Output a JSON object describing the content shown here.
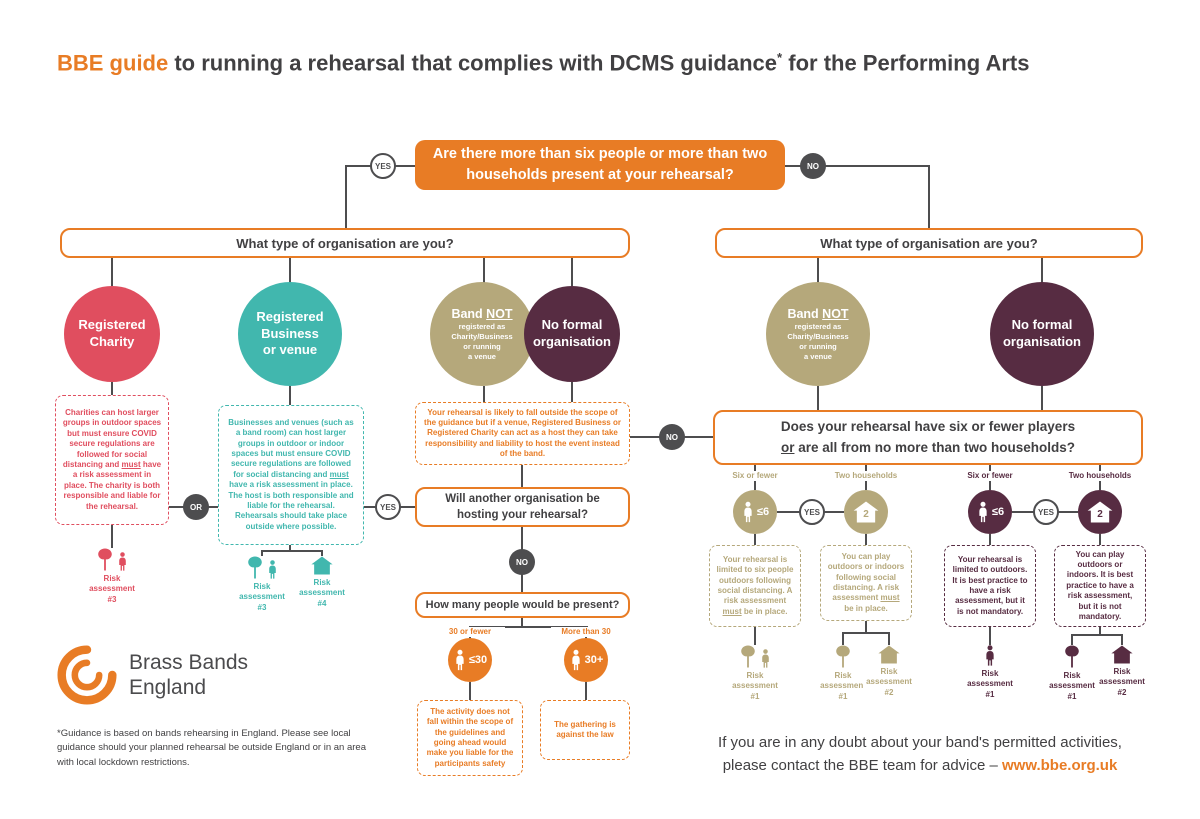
{
  "colors": {
    "orange": "#E87C25",
    "red": "#E04E5F",
    "teal": "#41B7AE",
    "khaki": "#B5A87B",
    "plum": "#572C42",
    "dark": "#414042"
  },
  "title": {
    "brand": "BBE guide",
    "rest": " to running a rehearsal that complies with DCMS guidance",
    "asterisk": "*",
    "tail": " for the Performing Arts"
  },
  "pills": {
    "yes": "YES",
    "no": "NO",
    "or": "OR"
  },
  "risk_words": {
    "l1": "Risk",
    "l2": "assessment"
  },
  "top_question": "Are there more than six people or more than two households present at your rehearsal?",
  "org_question": "What type of organisation are you?",
  "band_circle": {
    "l1_pre": "Band ",
    "l1_u": "NOT",
    "l2": "registered as",
    "l3": "Charity/Business",
    "l4": "or running",
    "l5": "a venue"
  },
  "no_formal_circle": {
    "l1": "No formal",
    "l2": "organisation"
  },
  "left_branch": {
    "charity": {
      "name_l1": "Registered",
      "name_l2": "Charity",
      "info_pre": "Charities can host larger groups in outdoor spaces but must ensure COVID secure regulations are followed for social distancing and ",
      "info_u": "must",
      "info_post": " have a risk assessment in place. The charity is both responsible and liable for the rehearsal.",
      "risk_num": "#3"
    },
    "business": {
      "name_l1": "Registered",
      "name_l2": "Business",
      "name_l3": "or venue",
      "info_pre": "Businesses and venues (such as a band room) can host larger groups in outdoor or indoor spaces but must ensure COVID secure regulations are followed for social distancing and ",
      "info_u": "must",
      "info_post": " have a risk assessment in place. The host is both responsible and liable for the rehearsal. Rehearsals should take place outside where possible.",
      "risk1_num": "#3",
      "risk2_num": "#4"
    },
    "band_info": "Your rehearsal is likely to fall outside the scope of the guidance but if a venue, Registered Business or Registered Charity can act as a host they can take responsibility and liability to host the event instead of the band.",
    "hosting_question": "Will another organisation be hosting your rehearsal?",
    "how_many_question": "How many people would be present?",
    "thirty_fewer_label": "30 or fewer",
    "thirty_fewer_value": "≤30",
    "more_thirty_label": "More than 30",
    "more_thirty_value": "30+",
    "under30_info": "The activity does not fall within the scope of the guidelines and going ahead would make you liable for the participants safety",
    "over30_info": "The gathering is against the law"
  },
  "right_branch": {
    "six_question_l1": "Does your rehearsal have six or fewer players",
    "six_question_u": "or",
    "six_question_l2": " are all from no more than two households?",
    "khaki": {
      "six_label": "Six or fewer",
      "six_value": "≤6",
      "households_label": "Two households",
      "households_value": "2",
      "box1_pre": "Your rehearsal is limited to six people outdoors following social distancing. A risk assessment ",
      "box1_u": "must",
      "box1_post": " be in place.",
      "box2_pre": "You can play outdoors or indoors following social distancing. A risk assessment ",
      "box2_u": "must",
      "box2_post": " be in place.",
      "risk1_num": "#1",
      "risk2_num": "#1",
      "risk3_num": "#2"
    },
    "plum": {
      "six_label": "Six or fewer",
      "six_value": "≤6",
      "households_label": "Two households",
      "households_value": "2",
      "box1": "Your rehearsal is limited to outdoors. It is best practice to have a risk assessment, but it is not mandatory.",
      "box2": "You can play outdoors or indoors. It is best practice to have a risk assessment, but it is not mandatory.",
      "risk1_num": "#1",
      "risk2_num": "#1",
      "risk3_num": "#2"
    }
  },
  "footer": {
    "logo_l1": "Brass Bands",
    "logo_l2": "England",
    "footnote": "*Guidance is based on bands rehearsing in England. Please see local guidance should your planned rehearsal be outside England or in an area with local lockdown restrictions.",
    "contact_l1": "If you are in any doubt about your band's permitted activities,",
    "contact_l2": "please contact the BBE team for advice – ",
    "contact_link": "www.bbe.org.uk"
  }
}
